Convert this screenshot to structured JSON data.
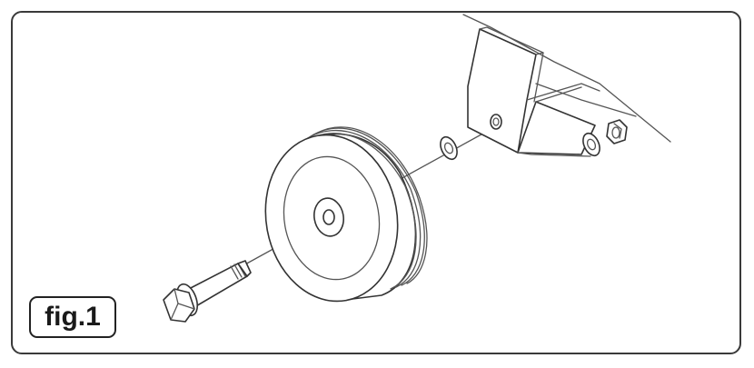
{
  "figure": {
    "label": "fig.1"
  },
  "parts": {
    "bracket": "bracket",
    "wheel": "wheel",
    "bolt": "hex-bolt",
    "washer_inner": "washer",
    "washer_outer": "washer",
    "nut": "hex-nut"
  },
  "colors": {
    "line": "#555555",
    "border": "#3a3a3a",
    "background": "#ffffff"
  }
}
